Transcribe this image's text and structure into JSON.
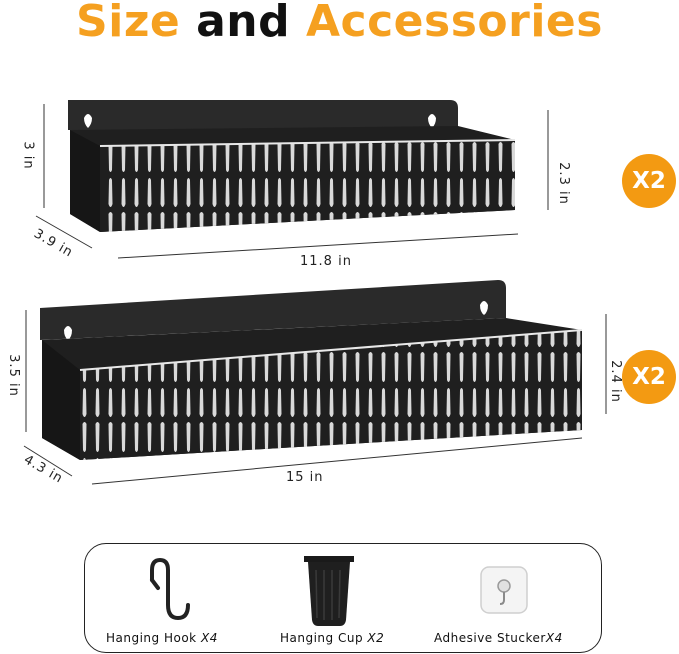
{
  "title": {
    "part1": "Size",
    "part2": "and",
    "part3": "Accessories"
  },
  "colors": {
    "accent": "#f39a12",
    "product": "#1f1f1f"
  },
  "small_rack": {
    "height": "3 in",
    "depth": "3.9 in",
    "width": "11.8 in",
    "inner_height": "2.3 in",
    "quantity": "X2"
  },
  "large_rack": {
    "height": "3.5 in",
    "depth": "4.3 in",
    "width": "15 in",
    "inner_height": "2.4 in",
    "quantity": "X2"
  },
  "accessories": [
    {
      "name": "Hanging Hook",
      "qty": "X4",
      "icon": "hook-icon"
    },
    {
      "name": "Hanging Cup",
      "qty": "X2",
      "icon": "cup-icon"
    },
    {
      "name": "Adhesive Stucker",
      "qty": "X4",
      "icon": "adhesive-hook-icon"
    }
  ]
}
